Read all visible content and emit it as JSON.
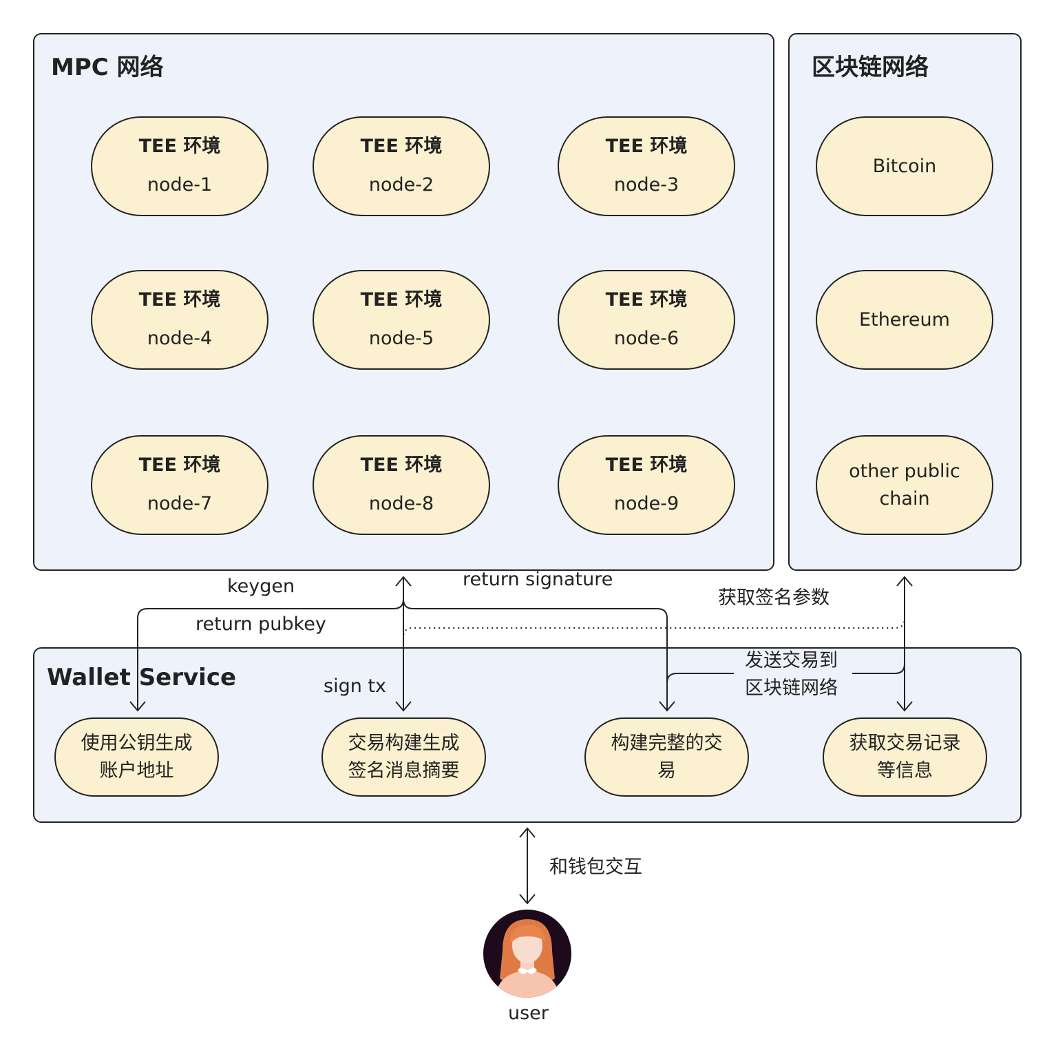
{
  "mpc": {
    "title": "MPC 网络",
    "nodes": [
      {
        "env": "TEE 环境",
        "name": "node-1"
      },
      {
        "env": "TEE 环境",
        "name": "node-2"
      },
      {
        "env": "TEE 环境",
        "name": "node-3"
      },
      {
        "env": "TEE 环境",
        "name": "node-4"
      },
      {
        "env": "TEE 环境",
        "name": "node-5"
      },
      {
        "env": "TEE 环境",
        "name": "node-6"
      },
      {
        "env": "TEE 环境",
        "name": "node-7"
      },
      {
        "env": "TEE 环境",
        "name": "node-8"
      },
      {
        "env": "TEE 环境",
        "name": "node-9"
      }
    ]
  },
  "blockchain": {
    "title": "区块链网络",
    "chains": [
      "Bitcoin",
      "Ethereum",
      "other public chain"
    ]
  },
  "wallet": {
    "title": "Wallet Service",
    "steps": [
      "使用公钥生成账户地址",
      "交易构建生成签名消息摘要",
      "构建完整的交易",
      "获取交易记录等信息"
    ]
  },
  "edges": {
    "keygen": "keygen",
    "return_pubkey": "return pubkey",
    "return_signature": "return signature",
    "sign_tx": "sign tx",
    "get_sign_params": "获取签名参数",
    "send_tx_line1": "发送交易到",
    "send_tx_line2": "区块链网络",
    "interact_wallet": "和钱包交互"
  },
  "user": {
    "label": "user"
  }
}
